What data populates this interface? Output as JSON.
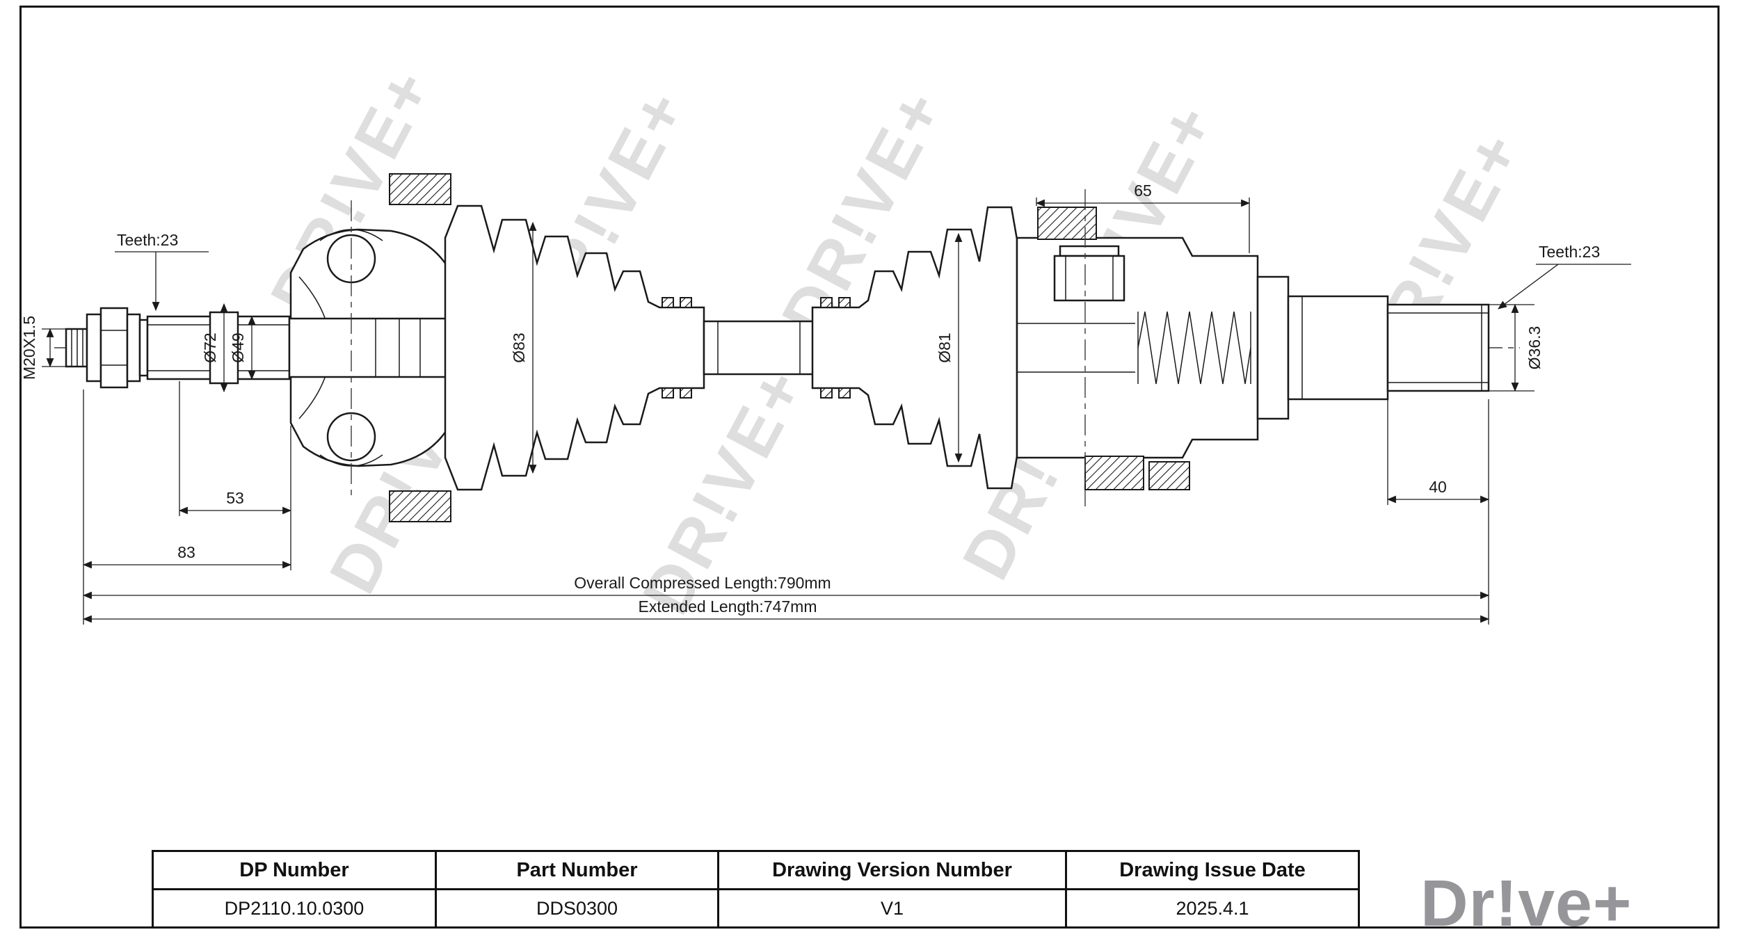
{
  "sheet": {
    "watermark": "DR!VE+"
  },
  "drawing": {
    "annotations": {
      "teeth_left": "Teeth:23",
      "teeth_right": "Teeth:23",
      "thread_callout": "M20X1.5",
      "dia_72": "Ø72",
      "dia_49": "Ø49",
      "dia_83": "Ø83",
      "dia_81": "Ø81",
      "dia_36_3": "Ø36.3",
      "len_65": "65",
      "len_53": "53",
      "len_83": "83",
      "len_40": "40",
      "overall_compressed": "Overall Compressed Length:790mm",
      "extended": "Extended Length:747mm"
    }
  },
  "title_block": {
    "headers": [
      "DP Number",
      "Part Number",
      "Drawing Version Number",
      "Drawing Issue Date"
    ],
    "values": [
      "DP2110.10.0300",
      "DDS0300",
      "V1",
      "2025.4.1"
    ]
  },
  "logo": {
    "text": "Dr!ve+"
  },
  "colors": {
    "line": "#1a1a1a",
    "watermark": "#dedede",
    "logo_gray": "#96969a"
  }
}
